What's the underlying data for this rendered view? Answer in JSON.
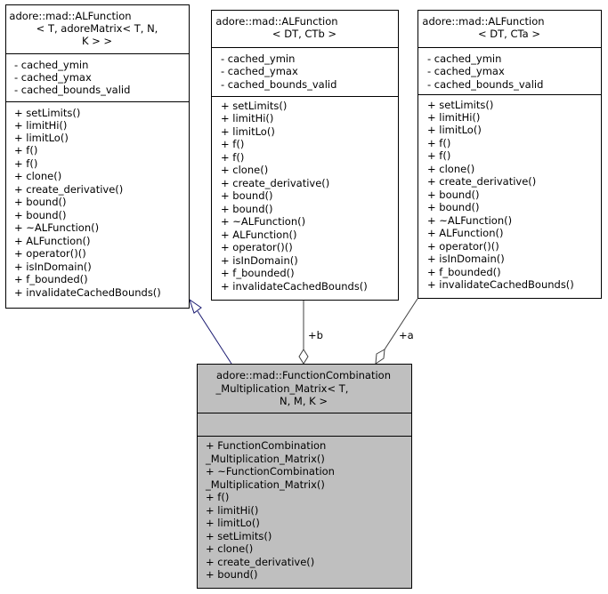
{
  "classes": {
    "base_k": {
      "name_lines": [
        "adore::mad::ALFunction",
        "< T, adoreMatrix< T, N,",
        "K > >"
      ],
      "attributes": [
        "- cached_ymin",
        "- cached_ymax",
        "- cached_bounds_valid"
      ],
      "methods": [
        "+ setLimits()",
        "+ limitHi()",
        "+ limitLo()",
        "+ f()",
        "+ f()",
        "+ clone()",
        "+ create_derivative()",
        "+ bound()",
        "+ bound()",
        "+ ~ALFunction()",
        "+ ALFunction()",
        "+ operator()()",
        "+ isInDomain()",
        "+ f_bounded()",
        "+ invalidateCachedBounds()"
      ]
    },
    "ctb": {
      "name_lines": [
        "adore::mad::ALFunction",
        "< DT, CTb >"
      ],
      "attributes": [
        "- cached_ymin",
        "- cached_ymax",
        "- cached_bounds_valid"
      ],
      "methods": [
        "+ setLimits()",
        "+ limitHi()",
        "+ limitLo()",
        "+ f()",
        "+ f()",
        "+ clone()",
        "+ create_derivative()",
        "+ bound()",
        "+ bound()",
        "+ ~ALFunction()",
        "+ ALFunction()",
        "+ operator()()",
        "+ isInDomain()",
        "+ f_bounded()",
        "+ invalidateCachedBounds()"
      ]
    },
    "cta": {
      "name_lines": [
        "adore::mad::ALFunction",
        "< DT, CTa >"
      ],
      "attributes": [
        "- cached_ymin",
        "- cached_ymax",
        "- cached_bounds_valid"
      ],
      "methods": [
        "+ setLimits()",
        "+ limitHi()",
        "+ limitLo()",
        "+ f()",
        "+ f()",
        "+ clone()",
        "+ create_derivative()",
        "+ bound()",
        "+ bound()",
        "+ ~ALFunction()",
        "+ ALFunction()",
        "+ operator()()",
        "+ isInDomain()",
        "+ f_bounded()",
        "+ invalidateCachedBounds()"
      ]
    },
    "main": {
      "name_lines": [
        "adore::mad::FunctionCombination",
        "_Multiplication_Matrix< T,",
        "N, M, K >"
      ],
      "attributes": [],
      "methods": [
        "+ FunctionCombination",
        "_Multiplication_Matrix()",
        "+ ~FunctionCombination",
        "_Multiplication_Matrix()",
        "+ f()",
        "+ limitHi()",
        "+ limitLo()",
        "+ setLimits()",
        "+ clone()",
        "+ create_derivative()",
        "+ bound()"
      ]
    }
  },
  "edges": {
    "b_label": "+b",
    "a_label": "+a"
  }
}
